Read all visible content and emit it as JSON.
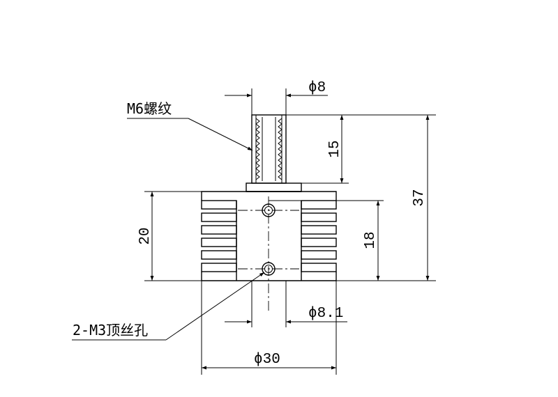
{
  "labels": {
    "thread": "M6螺纹",
    "set_screw": "2-M3顶丝孔"
  },
  "dimensions": {
    "tube_diameter": "ϕ8",
    "thread_length": "15",
    "total_height": "37",
    "block_height": "20",
    "hole_spacing": "18",
    "bore_diameter": "ϕ8.1",
    "body_diameter": "ϕ30"
  }
}
